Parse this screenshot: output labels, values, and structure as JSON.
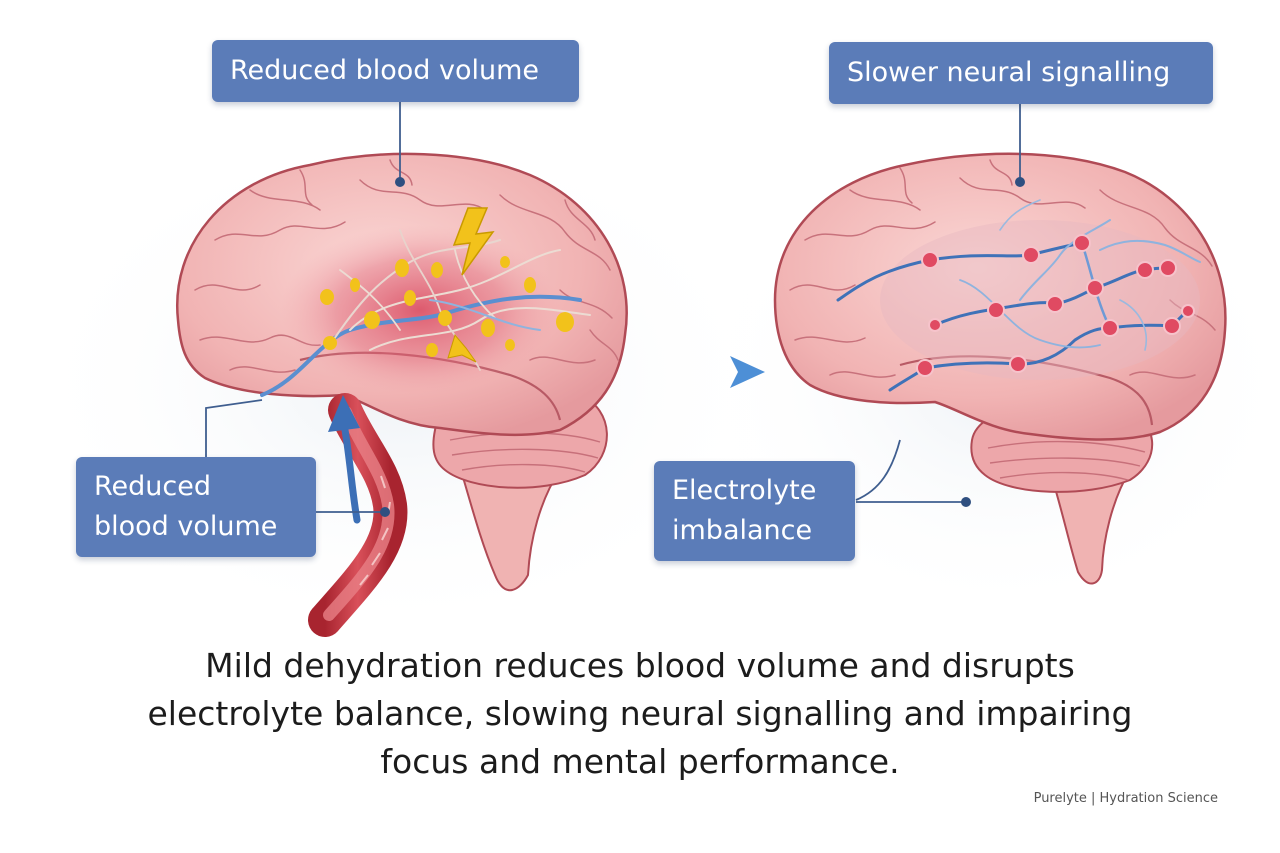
{
  "callouts": {
    "top_left": "Reduced blood volume",
    "top_right": "Slower neural signalling",
    "bottom_left": [
      "Reduced",
      "blood volume"
    ],
    "bottom_right": [
      "Electrolyte",
      "imbalance"
    ]
  },
  "caption": {
    "lines": [
      "Mild dehydration reduces blood volume and disrupts",
      "electrolyte balance, slowing neural signalling and impairing",
      "focus and mental performance."
    ]
  },
  "credit": "Purelyte | Hydration Science",
  "colors": {
    "callout_bg": "#5b7cb8",
    "brain_fill": "#f4bfbf",
    "brain_outline": "#b04a55",
    "stress_zone": "#d9566a",
    "nerve_blue": "#5b8fd0",
    "spark_yellow": "#f2c21b",
    "synapse_node": "#e04a62",
    "arrow_blue": "#6aa5e0"
  },
  "icons": [
    "lightning-icon",
    "arrow-right-icon",
    "arrow-up-icon"
  ]
}
